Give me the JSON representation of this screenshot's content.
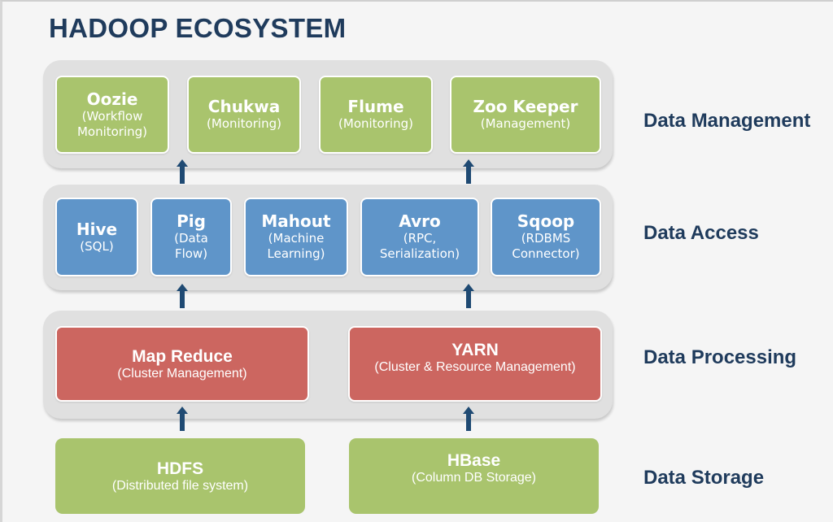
{
  "title": "HADOOP ECOSYSTEM",
  "colors": {
    "title": "#1f3b5c",
    "management_box": "#a9c46d",
    "access_box": "#5f95c9",
    "processing_box": "#cc6660",
    "storage_box": "#a9c46d",
    "layer_panel": "#e0e0e0",
    "arrow": "#1f4a73"
  },
  "layers": {
    "management": {
      "label": "Data Management",
      "components": [
        {
          "name": "Oozie",
          "desc_line1": "(Workflow",
          "desc_line2": "Monitoring)"
        },
        {
          "name": "Chukwa",
          "desc_line1": "(Monitoring)",
          "desc_line2": ""
        },
        {
          "name": "Flume",
          "desc_line1": "(Monitoring)",
          "desc_line2": ""
        },
        {
          "name": "Zoo Keeper",
          "desc_line1": "(Management)",
          "desc_line2": ""
        }
      ]
    },
    "access": {
      "label": "Data Access",
      "components": [
        {
          "name": "Hive",
          "desc_line1": "(SQL)",
          "desc_line2": ""
        },
        {
          "name": "Pig",
          "desc_line1": "(Data",
          "desc_line2": "Flow)"
        },
        {
          "name": "Mahout",
          "desc_line1": "(Machine",
          "desc_line2": "Learning)"
        },
        {
          "name": "Avro",
          "desc_line1": "(RPC,",
          "desc_line2": "Serialization)"
        },
        {
          "name": "Sqoop",
          "desc_line1": "(RDBMS",
          "desc_line2": "Connector)"
        }
      ]
    },
    "processing": {
      "label": "Data Processing",
      "components": [
        {
          "name": "Map Reduce",
          "desc_line1": "(Cluster Management)"
        },
        {
          "name": "YARN",
          "desc_line1": "(Cluster & Resource Management)"
        }
      ]
    },
    "storage": {
      "label": "Data Storage",
      "components": [
        {
          "name": "HDFS",
          "desc_line1": "(Distributed file system)"
        },
        {
          "name": "HBase",
          "desc_line1": "(Column DB Storage)"
        }
      ]
    }
  },
  "arrows": [
    {
      "from": "storage",
      "to": "processing",
      "direction": "up"
    },
    {
      "from": "processing",
      "to": "access",
      "direction": "up"
    },
    {
      "from": "access",
      "to": "management",
      "direction": "up"
    }
  ]
}
